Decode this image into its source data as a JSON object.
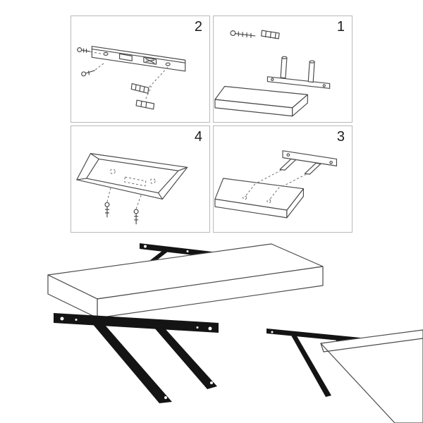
{
  "figure": {
    "background": "#ffffff",
    "line_color": "#4a4a4a",
    "bracket_color": "#141414"
  },
  "steps": [
    {
      "number": "2",
      "illustration": "wall-bracket-with-screws-and-anchors"
    },
    {
      "number": "1",
      "illustration": "screw-anchor-bracket-plate-and-shelf"
    },
    {
      "number": "4",
      "illustration": "shelf-underside-with-screws"
    },
    {
      "number": "3",
      "illustration": "shelf-sliding-onto-bracket"
    }
  ],
  "main_illustration": "floating-shelf-with-mounting-bracket",
  "detail_illustrations": [
    "black-bracket-detail",
    "bracket-and-shelf-corner-detail"
  ]
}
